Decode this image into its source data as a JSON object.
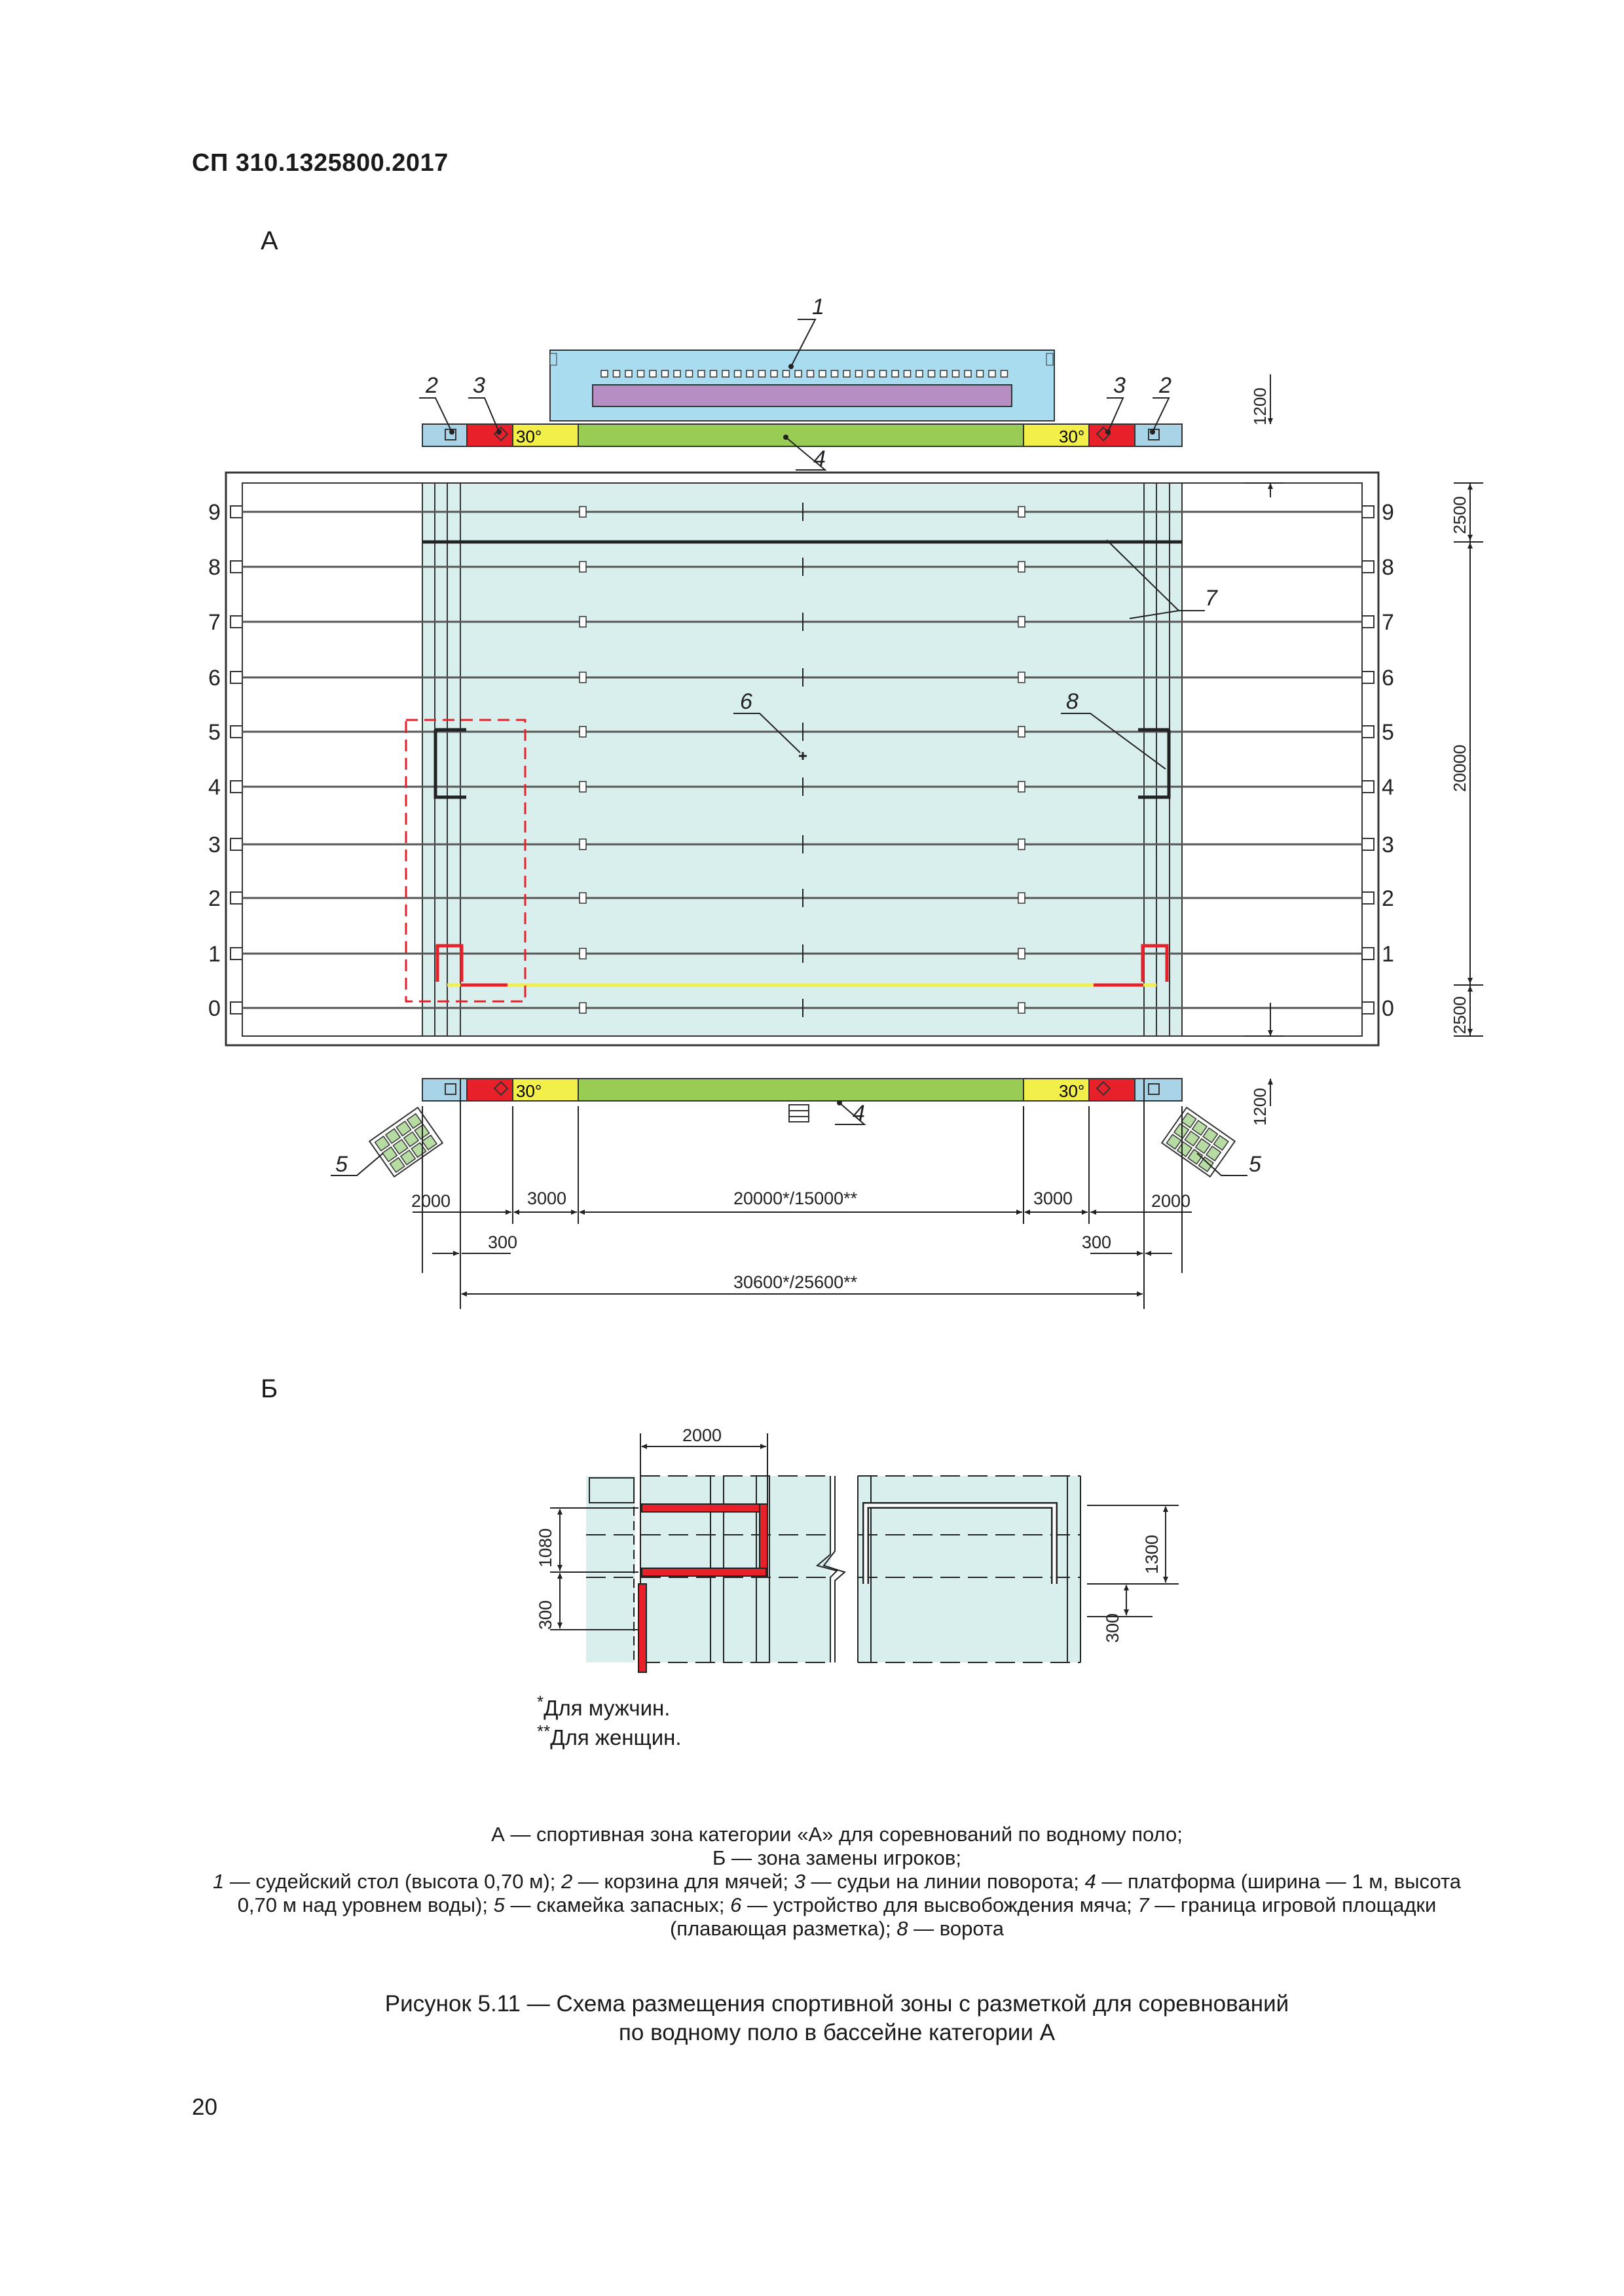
{
  "header": {
    "doc_code": "СП 310.1325800.2017"
  },
  "section_a": {
    "label": "А"
  },
  "section_b": {
    "label": "Б"
  },
  "callouts": {
    "c1": "1",
    "c2": "2",
    "c3": "3",
    "c4": "4",
    "c5": "5",
    "c6": "6",
    "c7": "7",
    "c8": "8"
  },
  "angle_label": "30°",
  "lane_numbers": [
    "0",
    "1",
    "2",
    "3",
    "4",
    "5",
    "6",
    "7",
    "8",
    "9"
  ],
  "dims_a": {
    "d1200": "1200",
    "d2500": "2500",
    "d20000": "20000",
    "d2000": "2000",
    "d3000": "3000",
    "d_field": "20000*/15000**",
    "d300": "300",
    "d_total": "30600*/25600**"
  },
  "dims_b": {
    "d2000": "2000",
    "d1080": "1080",
    "d300": "300",
    "d1300": "1300"
  },
  "footnotes": {
    "men": "Для мужчин.",
    "women": "Для женщин.",
    "star1": "*",
    "star2": "**"
  },
  "notes": {
    "line1": "А — спортивная зона категории «А» для соревнований по водному поло;",
    "line2": "Б — зона замены игроков;",
    "n1": "1",
    "t1": " — судейский стол (высота 0,70 м); ",
    "n2": "2",
    "t2": " — корзина для мячей; ",
    "n3": "3",
    "t3": " — судьи на линии поворота; ",
    "n4": "4",
    "t4": " — платформа (ширина — 1 м, высота 0,70 м над уровнем воды); ",
    "n5": "5",
    "t5": " — скамейка запасных; ",
    "n6": "6",
    "t6": " — устройство для высвобождения мяча; ",
    "n7": "7",
    "t7": " — граница игровой площадки (плавающая разметка); ",
    "n8": "8",
    "t8": " — ворота"
  },
  "caption": {
    "line1": "Рисунок 5.11 — Схема размещения спортивной зоны с разметкой для соревнований",
    "line2": "по водному поло в бассейне категории А"
  },
  "page_number": "20",
  "colors": {
    "water": "#d9efed",
    "table": "#a9dcef",
    "scoreboard": "#b78ec4",
    "platform": "#99cc55",
    "yellow": "#f2ef4a",
    "red": "#e8202a",
    "side": "#a9d3e6",
    "bench": "#b6dca4",
    "marker_red": "#e8202a"
  }
}
